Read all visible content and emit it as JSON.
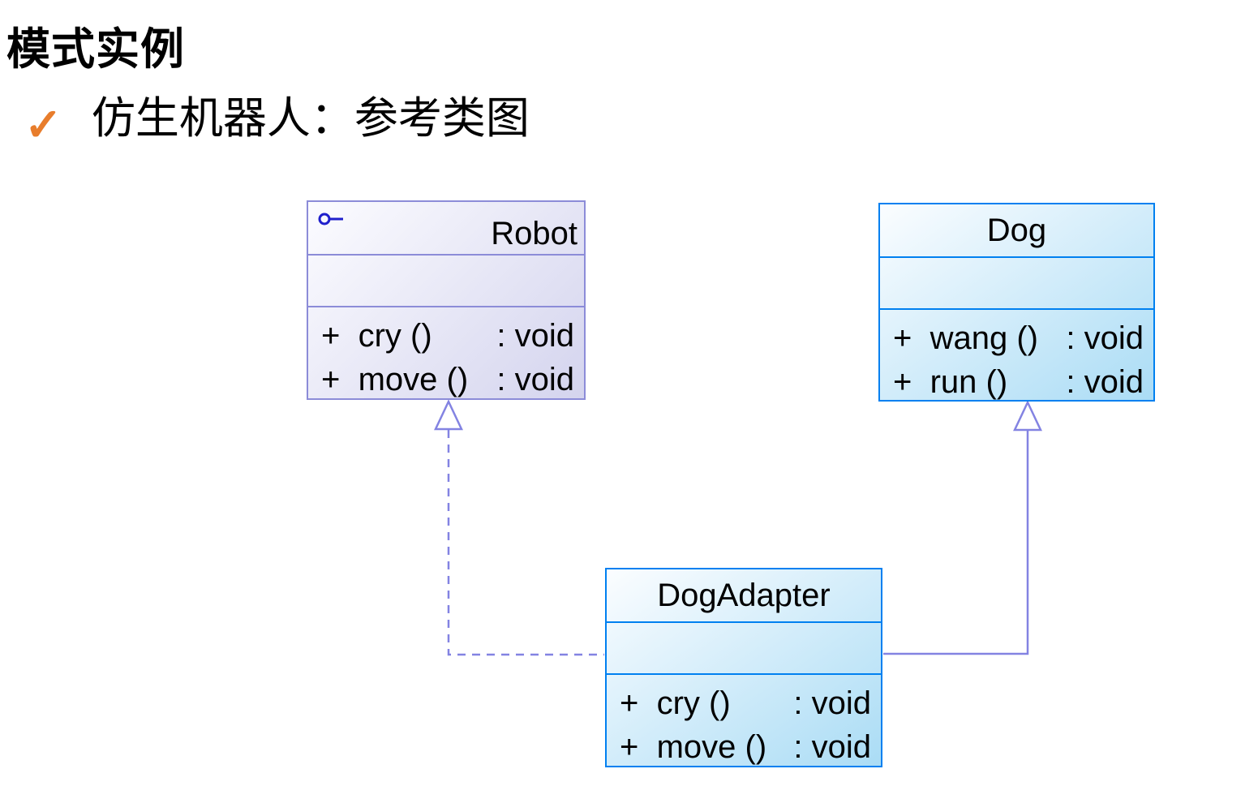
{
  "page": {
    "title": "模式实例",
    "bullet_marker": "✓",
    "bullet_text": "仿生机器人：参考类图"
  },
  "diagram": {
    "classes": [
      {
        "name": "Robot",
        "kind": "interface",
        "icon": "interface-lollipop-icon",
        "attributes": [],
        "methods": [
          {
            "label": "+  cry ()",
            "returns": ": void"
          },
          {
            "label": "+  move ()",
            "returns": ": void"
          }
        ]
      },
      {
        "name": "Dog",
        "kind": "class",
        "attributes": [],
        "methods": [
          {
            "label": "+  wang ()",
            "returns": ": void"
          },
          {
            "label": "+  run ()",
            "returns": ": void"
          }
        ]
      },
      {
        "name": "DogAdapter",
        "kind": "class",
        "attributes": [],
        "methods": [
          {
            "label": "+  cry ()",
            "returns": ": void"
          },
          {
            "label": "+  move ()",
            "returns": ": void"
          }
        ]
      }
    ],
    "relations": [
      {
        "from": "DogAdapter",
        "to": "Robot",
        "type": "realization",
        "line": "dashed",
        "arrowhead": "hollow-triangle"
      },
      {
        "from": "DogAdapter",
        "to": "Dog",
        "type": "generalization",
        "line": "solid",
        "arrowhead": "hollow-triangle"
      }
    ]
  },
  "colors": {
    "check": "#e87d2c",
    "interface-border": "#8c8cd8",
    "interface-fill-start": "#fcfcff",
    "interface-fill-end": "#d4d4ee",
    "class-border": "#0080f0",
    "class-fill-start": "#fbfdff",
    "class-fill-end": "#aadcf5",
    "connector": "#8383e2",
    "lollipop": "#2020cc"
  }
}
